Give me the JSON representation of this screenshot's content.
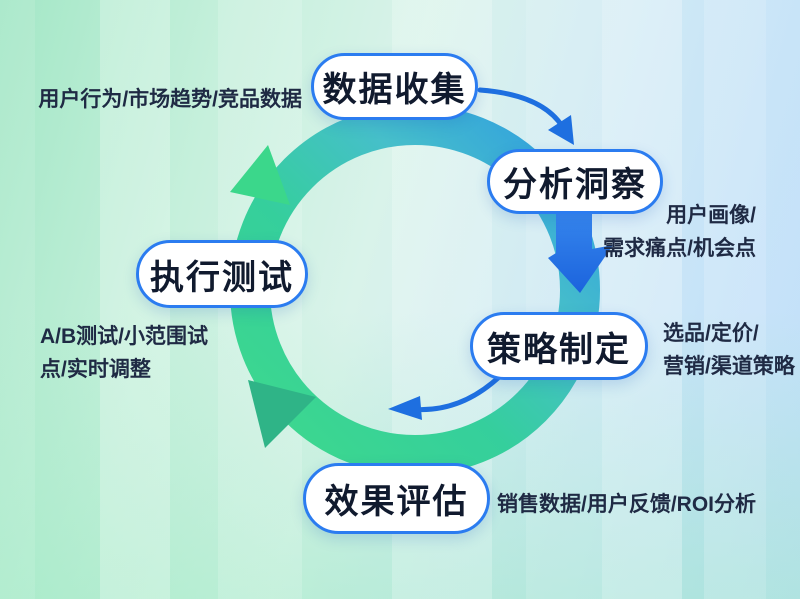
{
  "cycle": {
    "direction": "clockwise",
    "nodes": [
      {
        "id": "data-collection",
        "label": "数据收集",
        "annotation_lines": [
          "用户行为/市场趋势/竞品数据"
        ]
      },
      {
        "id": "analysis-insight",
        "label": "分析洞察",
        "annotation_lines": [
          "用户画像/",
          "需求痛点/机会点"
        ]
      },
      {
        "id": "strategy-formulation",
        "label": "策略制定",
        "annotation_lines": [
          "选品/定价/",
          "营销/渠道策略"
        ]
      },
      {
        "id": "effect-evaluation",
        "label": "效果评估",
        "annotation_lines": [
          "销售数据/用户反馈/ROI分析"
        ]
      },
      {
        "id": "execution-testing",
        "label": "执行测试",
        "annotation_lines": [
          "A/B测试/小范围试",
          "点/实时调整"
        ]
      }
    ],
    "colors": {
      "ring_green": "#3ed98c",
      "ring_teal": "#46bfca",
      "ring_blue": "#2f9ce2",
      "arrow_blue": "#2678ec",
      "connector_blue": "#1e6fe0",
      "pill_border": "#2b7cf0",
      "pill_background": "#ffffff",
      "node_text": "#101a2e",
      "annotation_text": "#1f2a44",
      "background_green": "#a3e7c6",
      "background_blue": "#bcdcfa"
    }
  }
}
